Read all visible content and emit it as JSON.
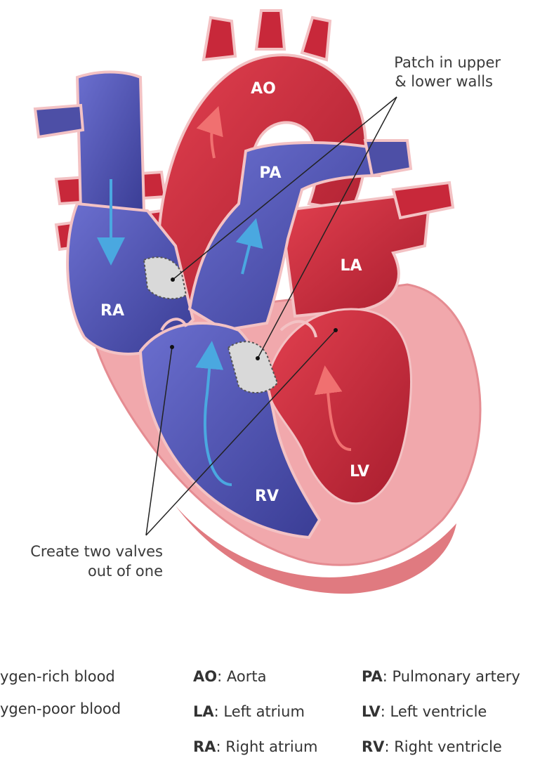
{
  "diagram": {
    "labels": {
      "ao": "AO",
      "pa": "PA",
      "la": "LA",
      "ra": "RA",
      "rv": "RV",
      "lv": "LV"
    },
    "callouts": {
      "patch_line1": "Patch in upper",
      "patch_line2": "& lower walls",
      "valves_line1": "Create two valves",
      "valves_line2": "out of one"
    },
    "colors": {
      "oxygen_rich": "#c8283a",
      "oxygen_poor": "#4d4fa6",
      "muscle": "#f1a8ac",
      "patch": "#d9d9d9",
      "flow_arrow_blue": "#4aa8e0",
      "flow_arrow_red": "#f07070"
    }
  },
  "legend": {
    "oxygen_rich": "ygen-rich blood",
    "oxygen_poor": "ygen-poor blood",
    "items": [
      {
        "abbr": "AO",
        "text": ": Aorta"
      },
      {
        "abbr": "PA",
        "text": ": Pulmonary artery"
      },
      {
        "abbr": "LA",
        "text": ": Left atrium"
      },
      {
        "abbr": "LV",
        "text": ": Left ventricle"
      },
      {
        "abbr": "RA",
        "text": ": Right atrium"
      },
      {
        "abbr": "RV",
        "text": ": Right ventricle"
      }
    ]
  }
}
